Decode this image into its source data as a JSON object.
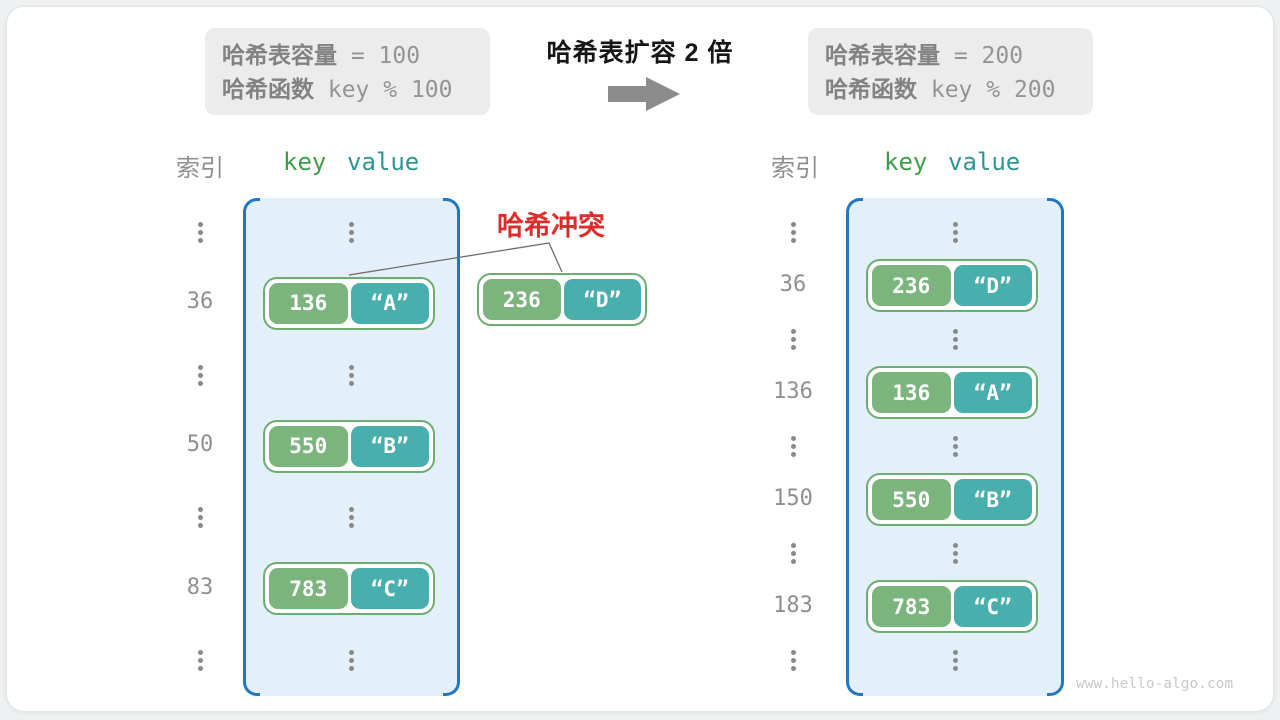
{
  "info_left": {
    "label1": "哈希表容量",
    "value1": "= 100",
    "label2": "哈希函数",
    "value2": "key % 100"
  },
  "info_right": {
    "label1": "哈希表容量",
    "value1": "= 200",
    "label2": "哈希函数",
    "value2": "key % 200"
  },
  "title": {
    "text": "哈希表扩容 2 倍"
  },
  "collision": {
    "label": "哈希冲突",
    "pair": {
      "key": "236",
      "value": "“D”"
    }
  },
  "watermark": {
    "text": "www.hello-algo.com"
  },
  "icons": {
    "arrow": "right-block-arrow"
  },
  "colors": {
    "table_border": "#1e78c4",
    "table_fill": "#e4f0f9",
    "pair_border": "#6cad72",
    "key_fill": "#7cb47e",
    "value_fill": "#49afad",
    "collision_red": "#de2b2b",
    "gray_text": "#8f8f8f",
    "arrow_gray": "#8c8c8c"
  },
  "left_table": {
    "headers": {
      "index": "索引",
      "key": "key",
      "value": "value"
    },
    "rows": [
      {
        "type": "dots"
      },
      {
        "type": "pair",
        "index": "36",
        "key": "136",
        "value": "“A”"
      },
      {
        "type": "dots"
      },
      {
        "type": "pair",
        "index": "50",
        "key": "550",
        "value": "“B”"
      },
      {
        "type": "dots"
      },
      {
        "type": "pair",
        "index": "83",
        "key": "783",
        "value": "“C”"
      },
      {
        "type": "dots"
      }
    ]
  },
  "right_table": {
    "headers": {
      "index": "索引",
      "key": "key",
      "value": "value"
    },
    "rows": [
      {
        "type": "dots"
      },
      {
        "type": "pair",
        "index": "36",
        "key": "236",
        "value": "“D”"
      },
      {
        "type": "dots"
      },
      {
        "type": "pair",
        "index": "136",
        "key": "136",
        "value": "“A”"
      },
      {
        "type": "dots"
      },
      {
        "type": "pair",
        "index": "150",
        "key": "550",
        "value": "“B”"
      },
      {
        "type": "dots"
      },
      {
        "type": "pair",
        "index": "183",
        "key": "783",
        "value": "“C”"
      },
      {
        "type": "dots"
      }
    ]
  }
}
